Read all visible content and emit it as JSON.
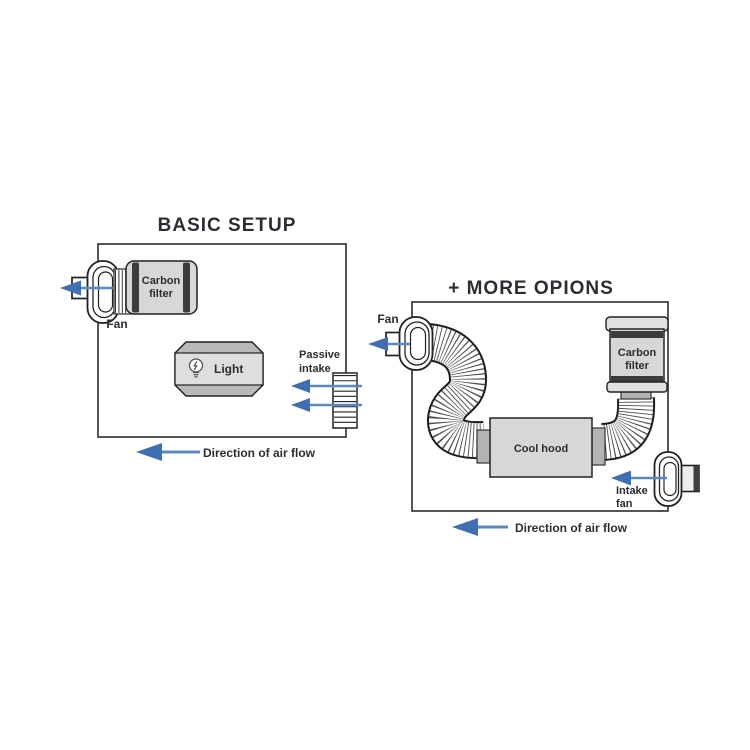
{
  "diagram": {
    "basic": {
      "title": "BASIC SETUP",
      "fan_label": "Fan",
      "carbon_filter_line1": "Carbon",
      "carbon_filter_line2": "filter",
      "light_label": "Light",
      "passive_intake_line1": "Passive",
      "passive_intake_line2": "intake",
      "direction_label": "Direction of air flow"
    },
    "more": {
      "title": "+ MORE OPIONS",
      "fan_label": "Fan",
      "carbon_filter_line1": "Carbon",
      "carbon_filter_line2": "filter",
      "cool_hood_label": "Cool hood",
      "intake_fan_line1": "Intake",
      "intake_fan_line2": "fan",
      "direction_label": "Direction of air flow"
    },
    "colors": {
      "arrow_head": "#3f6fb1",
      "arrow_shaft": "#5d87bd",
      "outline": "#222222",
      "equipment_gray": "#d7d7d7",
      "dark_band": "#3c3c3c"
    }
  }
}
